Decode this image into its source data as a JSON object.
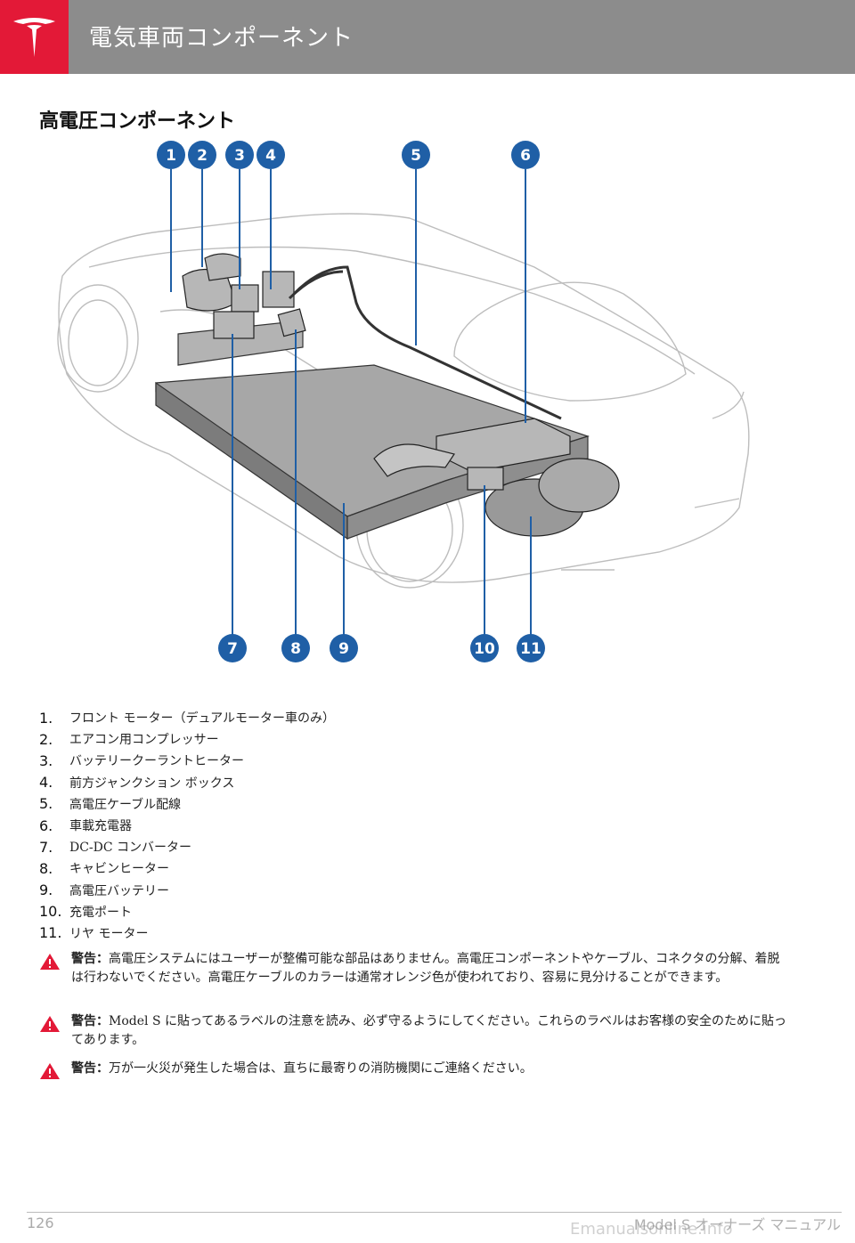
{
  "header": {
    "title": "電気車両コンポーネント"
  },
  "section": {
    "title": "高電圧コンポーネント"
  },
  "callouts": [
    "1",
    "2",
    "3",
    "4",
    "5",
    "6",
    "7",
    "8",
    "9",
    "10",
    "11"
  ],
  "components": [
    {
      "num": "1.",
      "label": "フロント モーター（デュアルモーター車のみ）"
    },
    {
      "num": "2.",
      "label": "エアコン用コンプレッサー"
    },
    {
      "num": "3.",
      "label": "バッテリークーラントヒーター"
    },
    {
      "num": "4.",
      "label": "前方ジャンクション ボックス"
    },
    {
      "num": "5.",
      "label": "高電圧ケーブル配線"
    },
    {
      "num": "6.",
      "label": "車載充電器"
    },
    {
      "num": "7.",
      "label": "DC-DC コンバーター"
    },
    {
      "num": "8.",
      "label": "キャビンヒーター"
    },
    {
      "num": "9.",
      "label": "高電圧バッテリー"
    },
    {
      "num": "10.",
      "label": "充電ポート"
    },
    {
      "num": "11.",
      "label": "リヤ モーター"
    }
  ],
  "warnings": [
    {
      "label": "警告：",
      "text": "高電圧システムにはユーザーが整備可能な部品はありません。高電圧コンポーネントやケーブル、コネクタの分解、着脱は行わないでください。高電圧ケーブルのカラーは通常オレンジ色が使われており、容易に見分けることができます。"
    },
    {
      "label": "警告：",
      "text": "Model S に貼ってあるラベルの注意を読み、必ず守るようにしてください。これらのラベルはお客様の安全のために貼ってあります。"
    },
    {
      "label": "警告：",
      "text": "万が一火災が発生した場合は、直ちに最寄りの消防機関にご連絡ください。"
    }
  ],
  "footer": {
    "page_number": "126",
    "doc_title": "Model S オーナーズ マニュアル",
    "watermark": "Emanualsonline.info"
  },
  "colors": {
    "brand_red": "#e31937",
    "header_gray": "#8c8c8c",
    "callout_blue": "#1f5fa6",
    "warning_red": "#e31937"
  }
}
